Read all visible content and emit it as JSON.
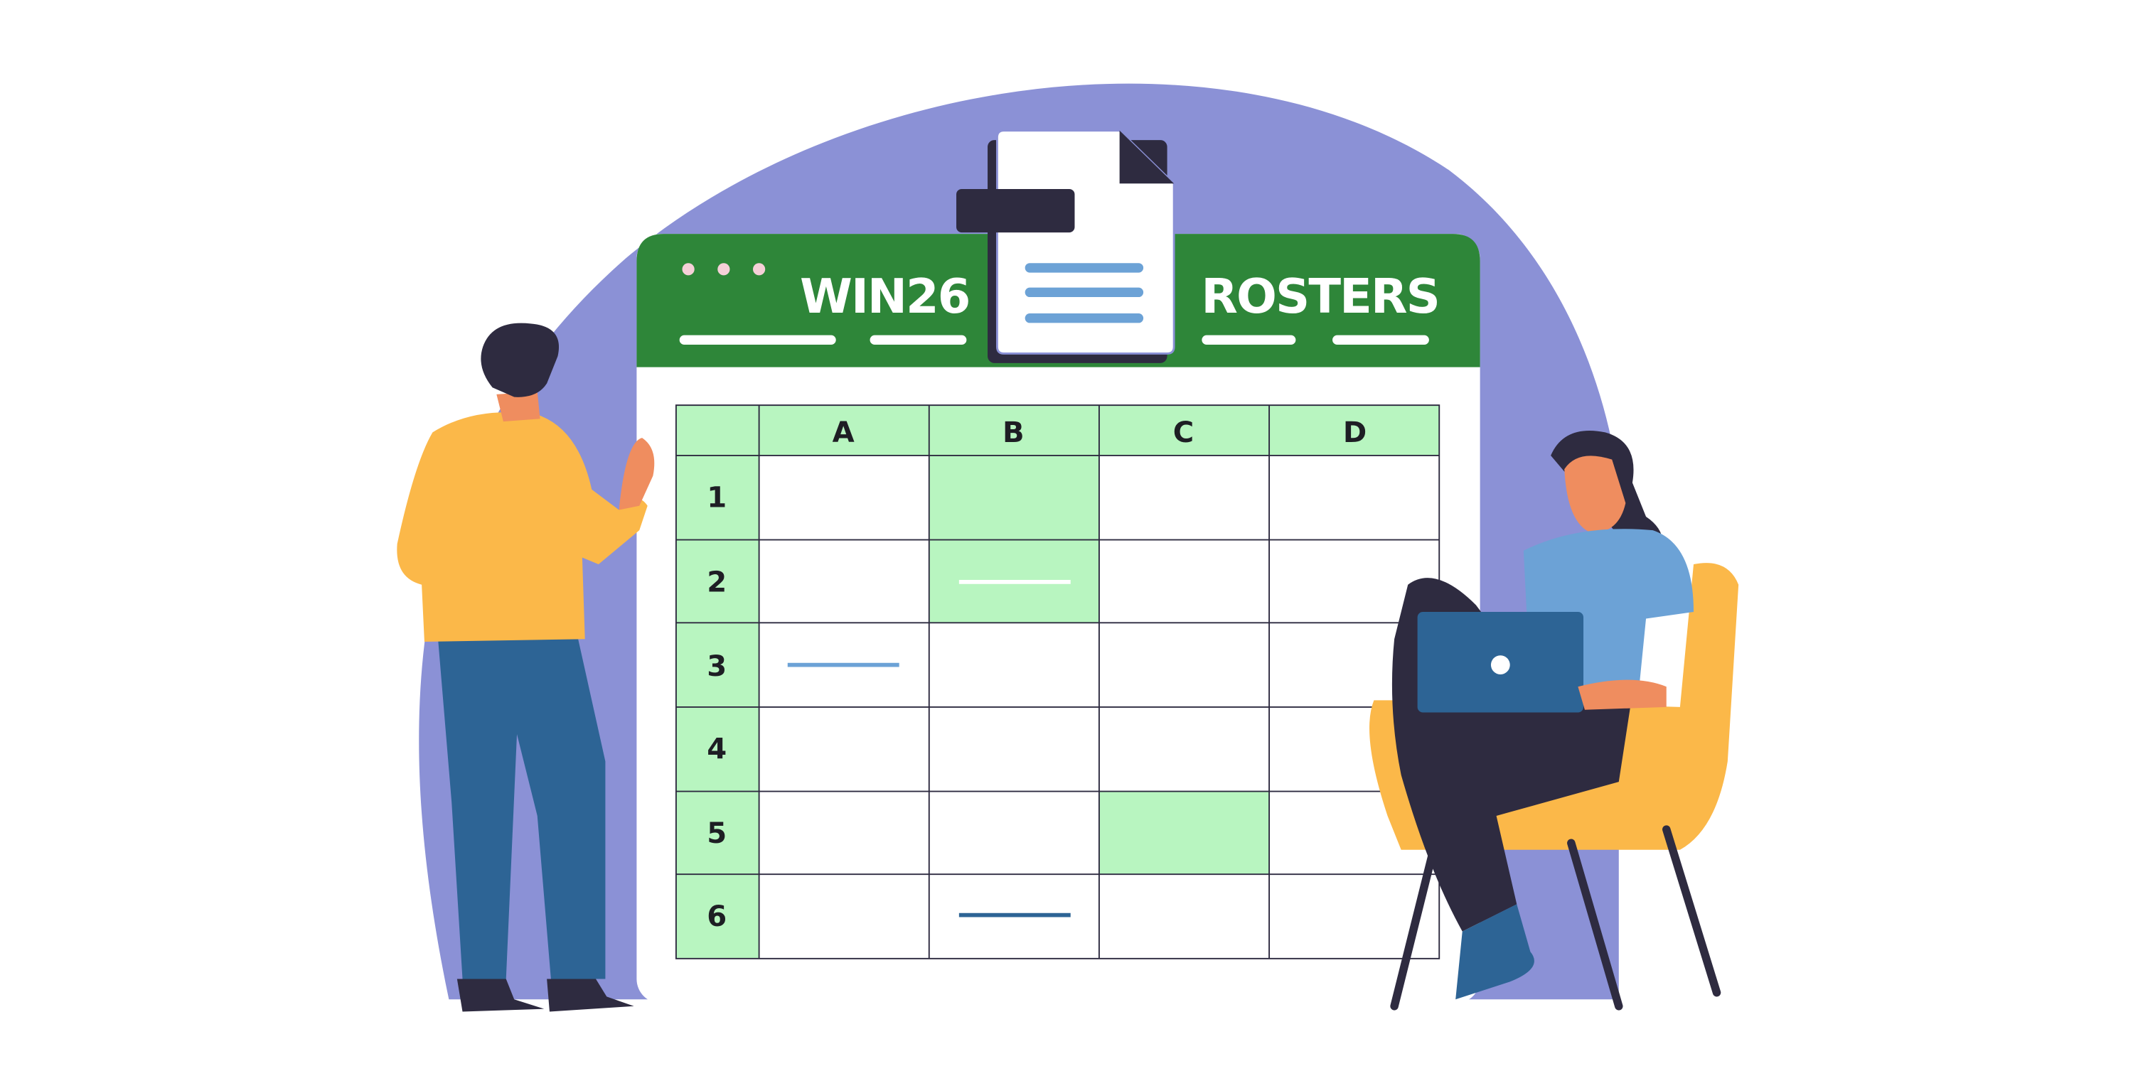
{
  "banner": {
    "title_left": "WIN26",
    "title_right": "ROSTERS"
  },
  "spreadsheet": {
    "columns": [
      "A",
      "B",
      "C",
      "D"
    ],
    "rows": [
      "1",
      "2",
      "3",
      "4",
      "5",
      "6"
    ],
    "highlighted_cells": [
      "B1",
      "B2",
      "C5"
    ]
  },
  "colors": {
    "background_blob": "#8b91d6",
    "header_green": "#2e8639",
    "cell_highlight": "#b8f5c0",
    "dark": "#2e2b40",
    "accent_blue": "#6ca2d6",
    "navy": "#2d6495",
    "yellow": "#fbb849",
    "skin": "#ef8d5f"
  }
}
